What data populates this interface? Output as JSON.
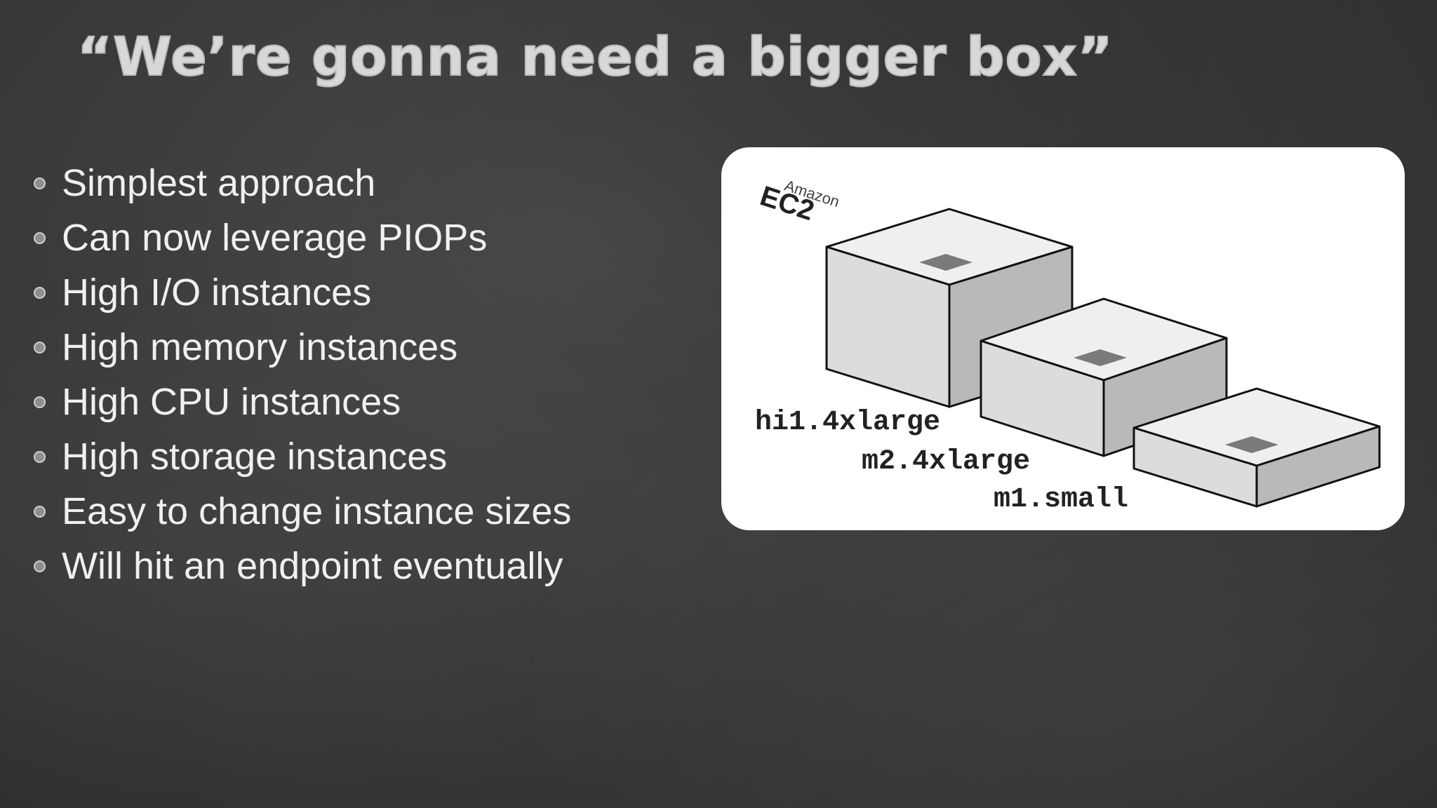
{
  "slide": {
    "title": "“We’re gonna need a bigger box”",
    "bullets": [
      "Simplest approach",
      "Can now leverage PIOPs",
      "High I/O instances",
      "High memory instances",
      "High CPU instances",
      "High storage instances",
      "Easy to change instance sizes",
      "Will hit an endpoint eventually"
    ]
  },
  "figure": {
    "logo_small": "Amazon",
    "logo_large": "EC2",
    "instance_labels": [
      "hi1.4xlarge",
      "m2.4xlarge",
      "m1.small"
    ]
  }
}
